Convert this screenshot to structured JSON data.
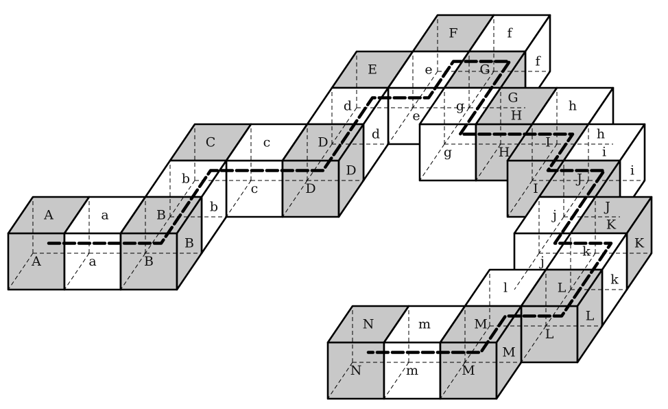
{
  "diagram": {
    "title": "Chain of unit cubes with a traversal path",
    "cubes": [
      "A",
      "a",
      "B",
      "b",
      "C",
      "c",
      "D",
      "d",
      "E",
      "e",
      "F",
      "f",
      "G",
      "g",
      "H",
      "h",
      "I",
      "i",
      "J",
      "j",
      "K",
      "k",
      "L",
      "l",
      "M",
      "m",
      "N"
    ],
    "colors": {
      "uppercase_face": "#c8c8c8",
      "lowercase_face": "#ffffff",
      "edge": "#000000",
      "path": "#000000"
    }
  }
}
